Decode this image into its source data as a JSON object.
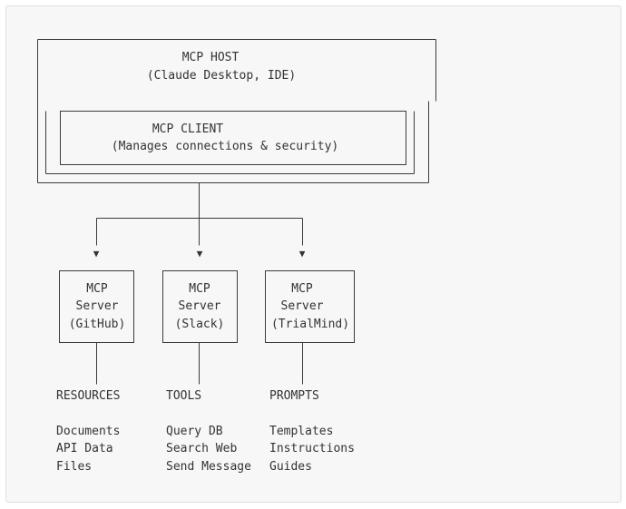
{
  "host": {
    "title": "MCP HOST",
    "subtitle": "(Claude Desktop, IDE)"
  },
  "client": {
    "title": "MCP CLIENT",
    "subtitle": "(Manages connections & security)"
  },
  "arrow_glyph": "▼",
  "servers": [
    {
      "line1": "MCP",
      "line2": "Server",
      "line3": "(GitHub)",
      "category": "RESOURCES",
      "items": [
        "Documents",
        "API Data",
        "Files"
      ]
    },
    {
      "line1": "MCP",
      "line2": "Server",
      "line3": "(Slack)",
      "category": "TOOLS",
      "items": [
        "Query DB",
        "Search Web",
        "Send Message"
      ]
    },
    {
      "line1": "MCP",
      "line2": "Server",
      "line3": "(TrialMind)",
      "category": "PROMPTS",
      "items": [
        "Templates",
        "Instructions",
        "Guides"
      ]
    }
  ]
}
